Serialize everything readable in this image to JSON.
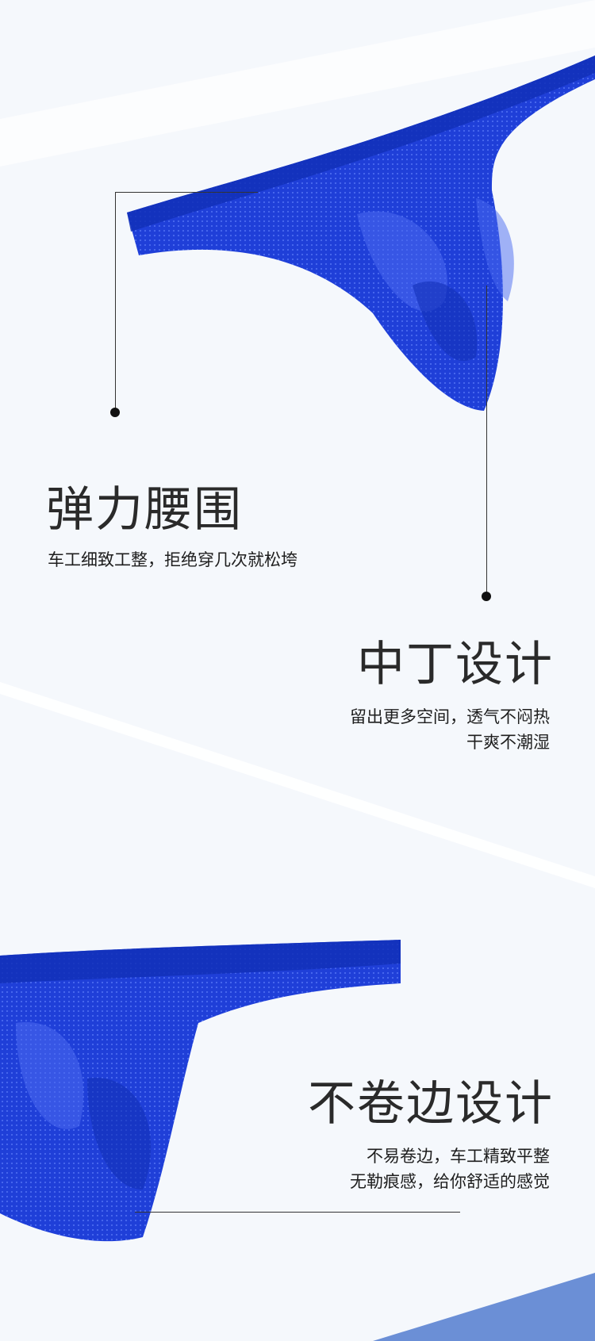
{
  "colors": {
    "background": "#f5f8fc",
    "fabric": "#1f3fd8",
    "fabric_dark": "#1230b8",
    "fabric_light": "#4a6af0",
    "accent_corner": "#6b8fd6",
    "line": "#333333"
  },
  "sections": [
    {
      "title": "弹力腰围",
      "lines": [
        "车工细致工整，拒绝穿几次就松垮"
      ]
    },
    {
      "title": "中丁设计",
      "lines": [
        "留出更多空间，透气不闷热",
        "干爽不潮湿"
      ]
    },
    {
      "title": "不卷边设计",
      "lines": [
        "不易卷边，车工精致平整",
        "无勒痕感，给你舒适的感觉"
      ]
    }
  ]
}
